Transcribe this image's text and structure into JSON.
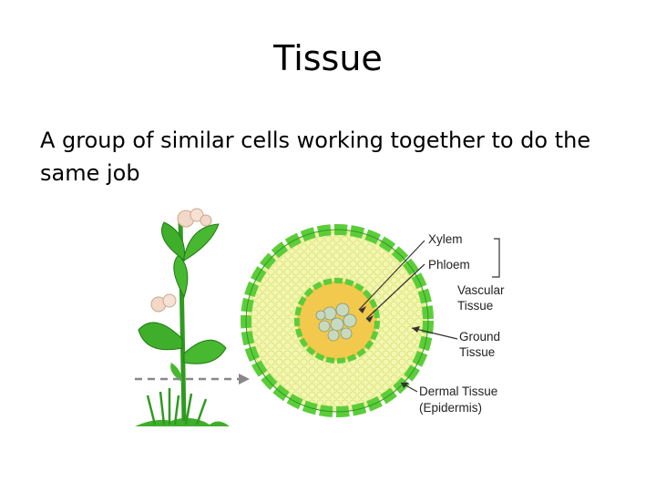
{
  "slide": {
    "title": "Tissue",
    "body": "A group of similar cells working together to do the same job"
  },
  "figure": {
    "labels": {
      "xylem": "Xylem",
      "phloem": "Phloem",
      "vascular_line1": "Vascular",
      "vascular_line2": "Tissue",
      "ground_line1": "Ground",
      "ground_line2": "Tissue",
      "dermal_line1": "Dermal Tissue",
      "dermal_line2": "(Epidermis)"
    },
    "colors": {
      "leaf": "#3fae2a",
      "leaf_dark": "#1f7a16",
      "epidermis": "#5ccd3a",
      "ground": "#f4f7b0",
      "phloem": "#f2c94c",
      "xylem": "#c9d9c0",
      "flower": "#f3d8c8"
    }
  }
}
